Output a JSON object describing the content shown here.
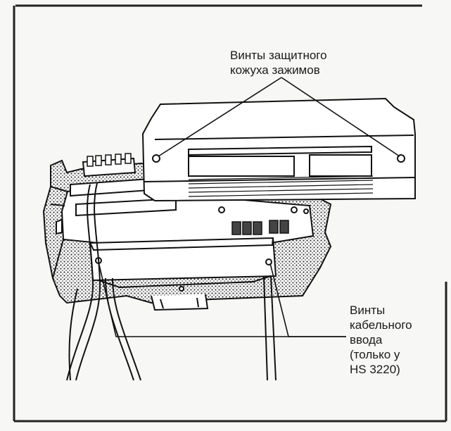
{
  "labels": {
    "cover_screws": {
      "lines": [
        "Винты защитного",
        "кожуха зажимов"
      ]
    },
    "cable_entry_screws": {
      "lines": [
        "Винты",
        "кабельного",
        "ввода",
        "(только у",
        "HS 3220)"
      ]
    }
  }
}
